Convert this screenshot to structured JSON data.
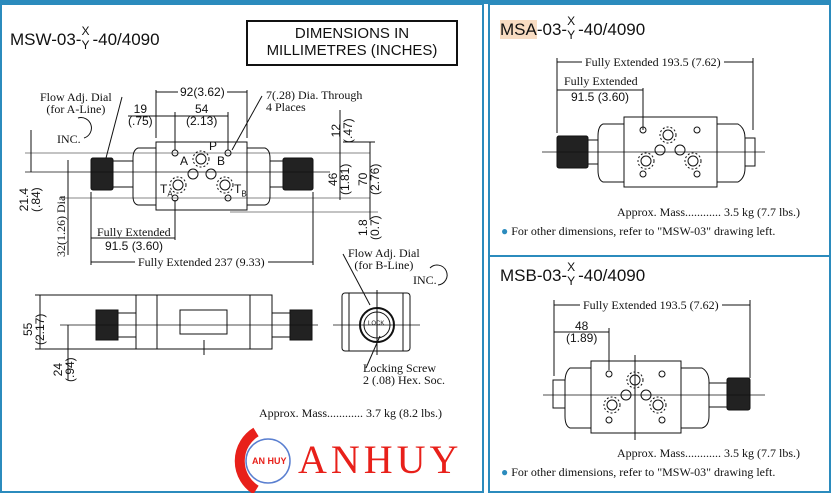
{
  "msw": {
    "title_prefix": "MSW-03-",
    "title_x": "X",
    "title_y": "Y",
    "title_suffix": "-40/4090",
    "units_box": [
      "DIMENSIONS IN",
      "MILLIMETRES (INCHES)"
    ],
    "labels": {
      "dial_a": [
        "Flow Adj. Dial",
        "(for A-Line)"
      ],
      "inc": "INC.",
      "d92": "92(3.62)",
      "d19": [
        "19",
        "(.75)"
      ],
      "d54": [
        "54",
        "(2.13)"
      ],
      "holes": [
        "7(.28) Dia. Through",
        "4 Places"
      ],
      "d12": [
        "12",
        "(.47)"
      ],
      "d46": [
        "46",
        "(1.81)"
      ],
      "d70": [
        "70",
        "(2.76)"
      ],
      "d18": [
        "1.8",
        "(0.7)"
      ],
      "d214": [
        "21.4",
        "(.84)"
      ],
      "d32": "32(1.26) Dia",
      "fully_ext": "Fully Extended",
      "d915": "91.5 (3.60)",
      "d237": "Fully Extended 237 (9.33)",
      "dial_b": [
        "Flow Adj. Dial",
        "(for B-Line)"
      ],
      "inc_b": "INC.",
      "d55": [
        "55",
        "(2.17)"
      ],
      "d24": [
        "24",
        "(.94)"
      ],
      "lock": "LOCK",
      "screw": [
        "Locking Screw",
        "2 (.08) Hex. Soc."
      ],
      "ports": {
        "p": "P",
        "a": "A",
        "b": "B",
        "ta": "T",
        "tb": "T",
        "sa": "A",
        "sb": "B"
      }
    },
    "mass": "Approx. Mass............ 3.7 kg (8.2 lbs.)"
  },
  "msa": {
    "title_prefix": "MSA",
    "title_mid": "-03-",
    "title_x": "X",
    "title_y": "Y",
    "title_suffix": "-40/4090",
    "d1935": "Fully Extended 193.5 (7.62)",
    "fully_ext": "Fully Extended",
    "d915": "91.5 (3.60)",
    "mass": "Approx. Mass............ 3.5 kg (7.7 lbs.)",
    "note": "For other dimensions, refer to \"MSW-03\" drawing left."
  },
  "msb": {
    "title_prefix": "MSB-03-",
    "title_x": "X",
    "title_y": "Y",
    "title_suffix": "-40/4090",
    "d1935": "Fully Extended 193.5 (7.62)",
    "d48": [
      "48",
      "(1.89)"
    ],
    "mass": "Approx. Mass............ 3.5 kg (7.7 lbs.)",
    "note": "For other dimensions, refer to \"MSW-03\" drawing left."
  },
  "logo": {
    "text": "ANHUY",
    "badge": "AN HUY"
  },
  "colors": {
    "frame": "#2b8bbd",
    "logo": "#e8201a",
    "highlight": "#f8dcc2"
  }
}
